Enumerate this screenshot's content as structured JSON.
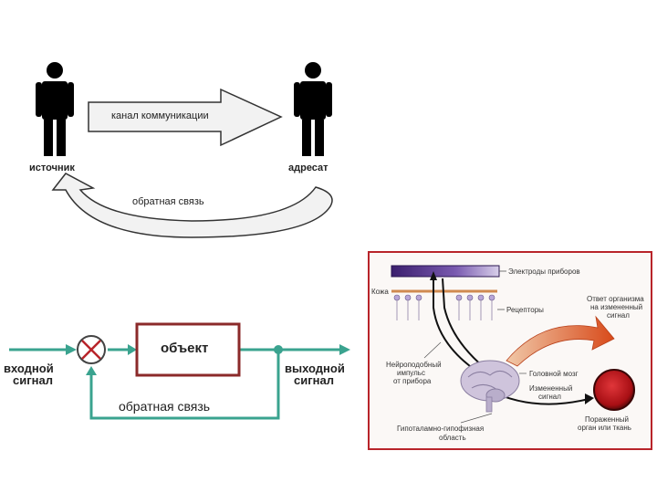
{
  "communication": {
    "source": "источник",
    "addressee": "адресат",
    "channel": "канал коммуникации",
    "feedback": "обратная связь"
  },
  "control_loop": {
    "input": [
      "входной",
      "сигнал"
    ],
    "object": "объект",
    "output": [
      "выходной",
      "сигнал"
    ],
    "feedback": "обратная связь"
  },
  "bio": {
    "electrodes": "Электроды приборов",
    "skin": "Кожа",
    "receptors": "Рецепторы",
    "response": [
      "Ответ организма",
      "на измененный",
      "сигнал"
    ],
    "impulse": [
      "Нейроподобный",
      "импульс",
      "от прибора"
    ],
    "brain": "Головной мозг",
    "changed_signal": [
      "Измененный",
      "сигнал"
    ],
    "hypothalamus": [
      "Гипоталамно-гипофизная",
      "область"
    ],
    "organ": [
      "Пораженный",
      "орган или ткань"
    ]
  },
  "colors": {
    "signal_line": "#3aa38f",
    "object_border": "#8b2a2a",
    "frame_border": "#b8242a",
    "electrode_bar": "#5a2d91",
    "organ": "#c4161c"
  }
}
